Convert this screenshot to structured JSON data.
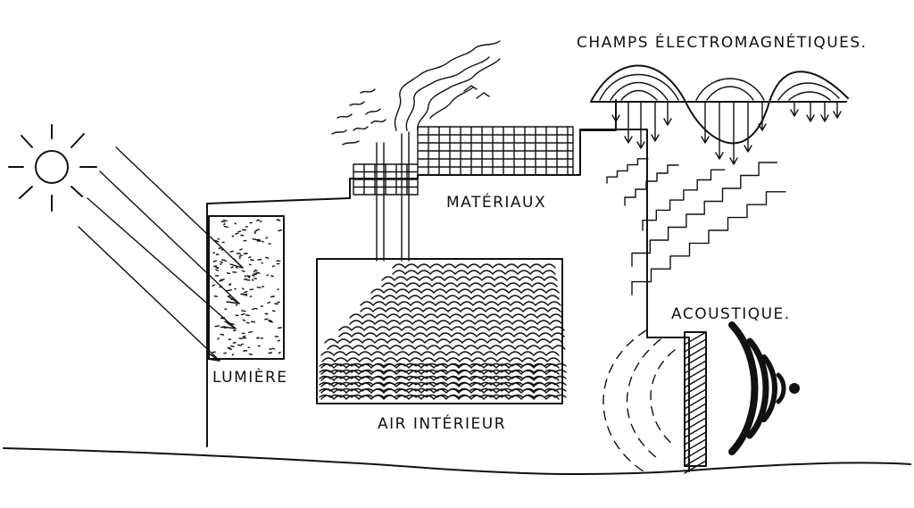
{
  "labels": {
    "lumiere": "LUMIÈRE",
    "air": "AIR INTÉRIEUR",
    "materiaux": "MATÉRIAUX",
    "champs": "CHAMPS ÉLECTROMAGNÉTIQUES.",
    "acoustique": "ACOUSTIQUE."
  },
  "colors": {
    "ink": "#111111",
    "paper": "#ffffff"
  },
  "icons": [
    "sun-icon",
    "smoke-plume-icon",
    "sound-source-icon"
  ]
}
